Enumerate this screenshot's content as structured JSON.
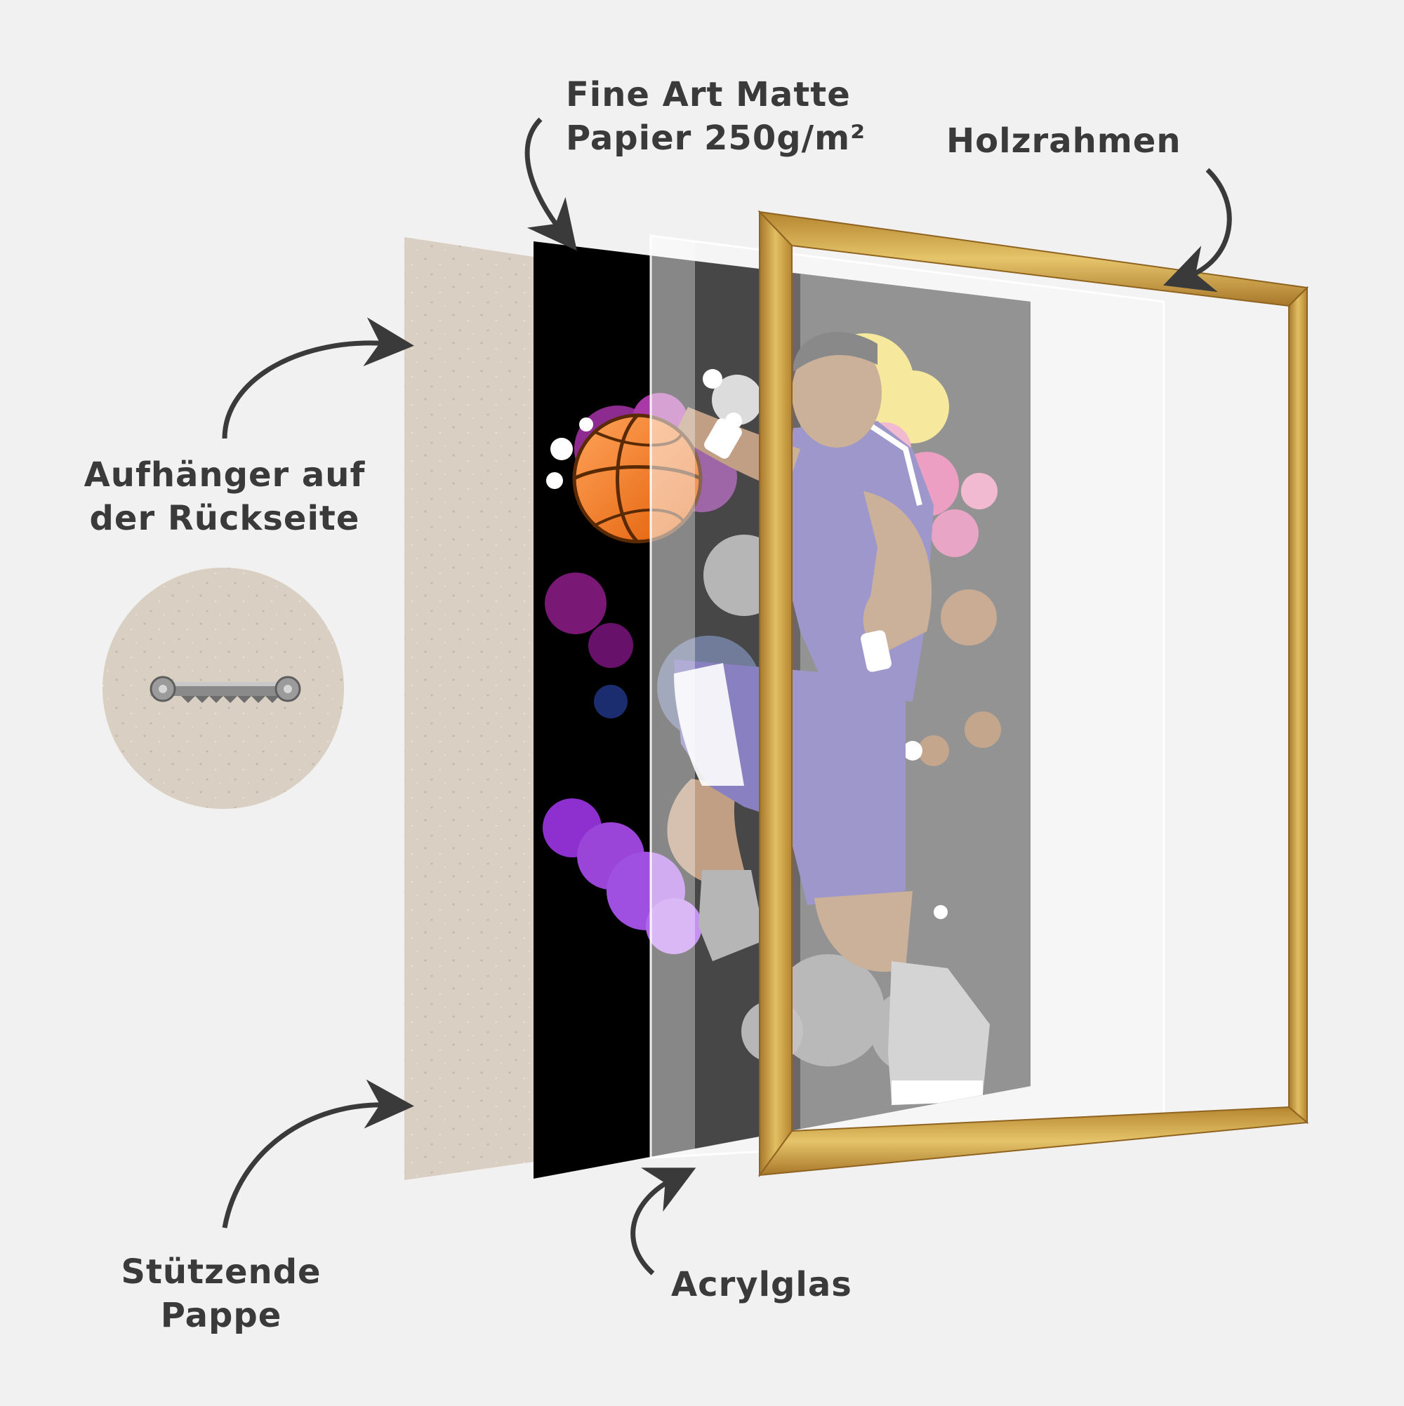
{
  "labels": {
    "paper": {
      "line1": "Fine Art Matte",
      "line2": "Papier 250g/m²"
    },
    "frame": "Holzrahmen",
    "hanger": {
      "line1": "Aufhänger auf",
      "line2": "der Rückseite"
    },
    "backing": {
      "line1": "Stützende",
      "line2": "Pappe"
    },
    "acrylic": "Acrylglas"
  },
  "icons": {
    "hanger": "sawtooth-hanger-icon",
    "player": "basketball-player-illustration",
    "ball": "basketball-icon"
  },
  "colors": {
    "background": "#f1f1f1",
    "cardboard": "#d9cfc2",
    "print_background": "#000000",
    "frame_gold": "#c9a043",
    "text": "#3a3a3a",
    "arrow": "#3a3a3a",
    "jersey": "#5a4fa8",
    "ball": "#f07a1a"
  }
}
